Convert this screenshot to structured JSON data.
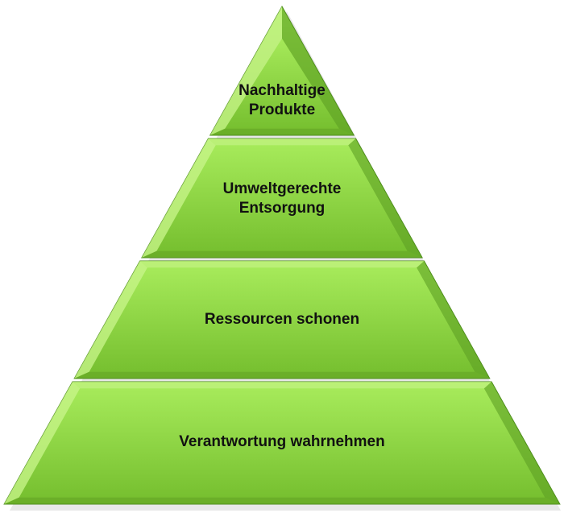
{
  "pyramid": {
    "colors": {
      "face_light": "#a6ea5a",
      "face_dark": "#77c030",
      "bevel_light": "#c9f58c",
      "bevel_dark": "#5a9a20",
      "outline": "#4a8a18",
      "shadow": "#d6d6d6"
    },
    "tiers": [
      {
        "lines": [
          "Nachhaltige",
          "Produkte"
        ]
      },
      {
        "lines": [
          "Umweltgerechte",
          "Entsorgung"
        ]
      },
      {
        "lines": [
          "Ressourcen schonen"
        ]
      },
      {
        "lines": [
          "Verantwortung wahrnehmen"
        ]
      }
    ]
  }
}
